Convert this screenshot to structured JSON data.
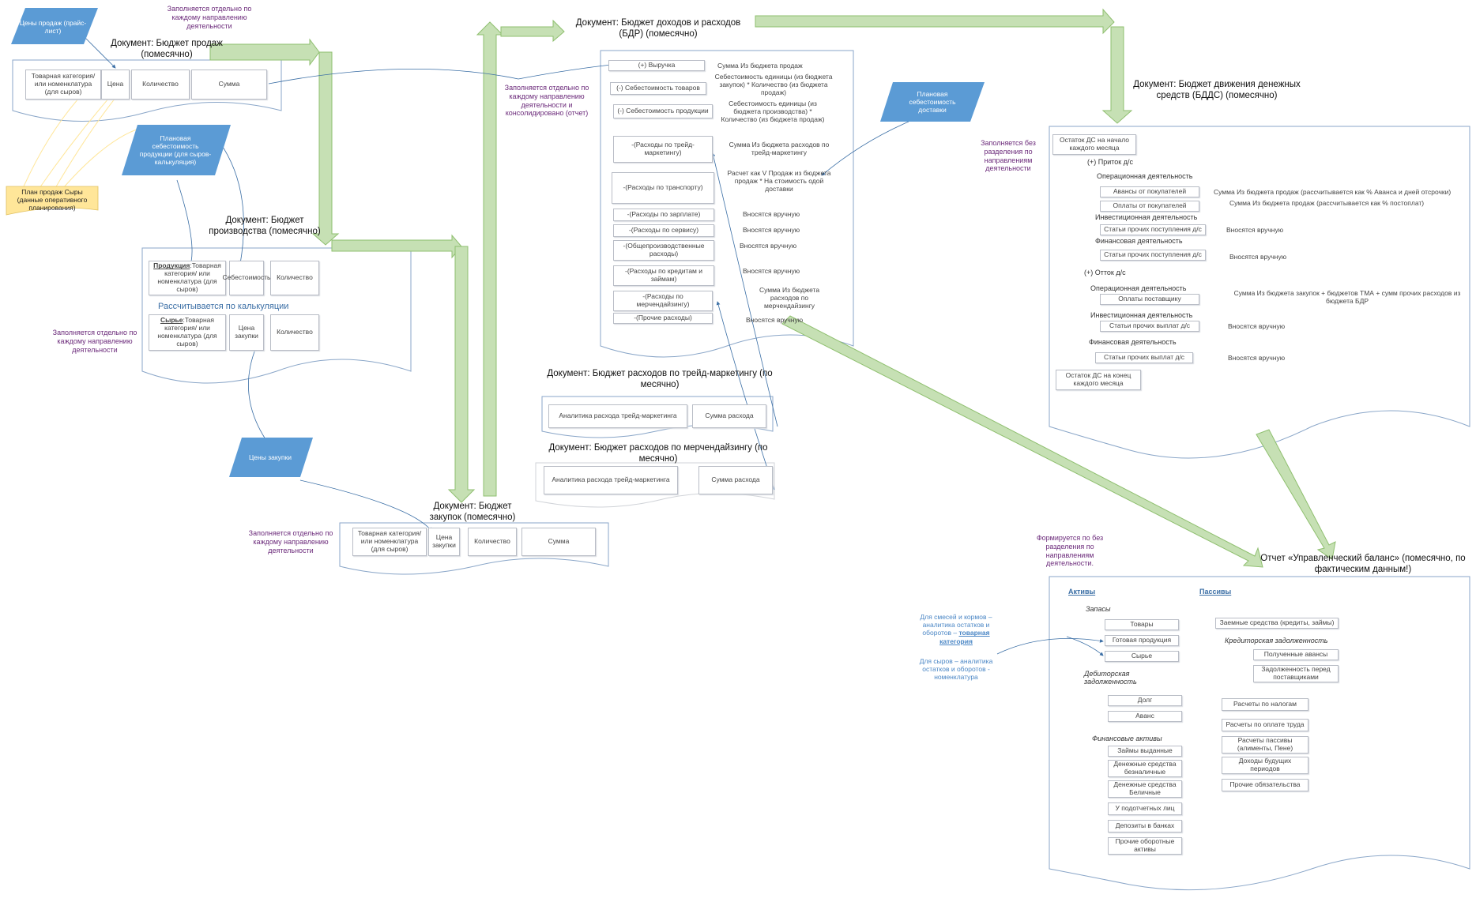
{
  "colors": {
    "accent_blue": "#5b9bd5",
    "arrow_green": "#c6e0b4",
    "arrow_green_stroke": "#8fbf6f",
    "note_purple": "#6b2a7a",
    "plan_yellow": "#ffe699"
  },
  "left": {
    "price_list": "Цены продаж (прайс-лист)",
    "note_fill_each": "Заполняется отдельно по каждому направлению деятельности",
    "sales_title": "Документ: Бюджет продаж (помесячно)",
    "sales_cells": [
      "Товарная категория/ или номенклатура (для сыров)",
      "Цена",
      "Количество",
      "Сумма"
    ],
    "plan_cost": "Плановая себестоимость продукции (для сыров-калькуляция)",
    "sales_plan": "План продаж Сыры (данные оперативного планирования)",
    "prod_title": "Документ: Бюджет производства (помесячно)",
    "prod_product_prefix": "Продукция",
    "prod_product_rest": ":Товарная категория/ или номенклатура (для сыров)",
    "prod_cost": "Себестоимость",
    "prod_qty": "Количество",
    "calc_note": "Рассчитывается по калькуляции",
    "prod_raw_prefix": "Сырье",
    "prod_raw_rest": ":Товарная категория/ или номенклатура (для сыров)",
    "prod_price_purchase": "Цена закупки",
    "prod_qty2": "Количество",
    "note_fill_each_2": "Заполняется отдельно по каждому направлению деятельности",
    "purchase_prices": "Цены закупки",
    "note_fill_each_3": "Заполняется отдельно по каждому направлению деятельности",
    "purch_title": "Документ: Бюджет закупок (помесячно)",
    "purch_cells": [
      "Товарная категория/ или номенклатура (для сыров)",
      "Цена закупки",
      "Количество",
      "Сумма"
    ]
  },
  "bdr": {
    "title": "Документ: Бюджет доходов и расходов (БДР) (помесячно)",
    "note": "Заполняется отдельно по каждому направлению деятельности и консолидировано (отчет)",
    "rows": [
      {
        "label": "(+) Выручка",
        "src": "Сумма Из бюджета продаж"
      },
      {
        "label": "(-) Себестоимость товаров",
        "src": "Себестоимость единицы (из бюджета закупок) * Количество (из бюджета продаж)"
      },
      {
        "label": "(-) Себестоимость продукции",
        "src": "Себестоимость единицы (из бюджета производства) * Количество (из бюджета продаж)"
      },
      {
        "label": "-(Расходы по трейд-маркетингу)",
        "src": "Сумма Из бюджета расходов по трейд-маркетингу"
      },
      {
        "label": "-(Расходы по транспорту)",
        "src": "Расчет как V Продаж из бюджета продаж * На стоимость одой доставки"
      },
      {
        "label": "-(Расходы по зарплате)",
        "src": "Вносятся вручную"
      },
      {
        "label": "-(Расходы по сервису)",
        "src": "Вносятся вручную"
      },
      {
        "label": "-(Общепроизводственные расходы)",
        "src": "Вносятся вручную"
      },
      {
        "label": "-(Расходы по кредитам и займам)",
        "src": "Вносятся вручную"
      },
      {
        "label": "-(Расходы по мерчендайзингу)",
        "src": "Сумма Из бюджета расходов по мерчендайзингу"
      },
      {
        "label": "-(Прочие расходы)",
        "src": "Вносятся вручную"
      }
    ],
    "delivery_cost": "Плановая себестоимость доставки"
  },
  "trade": {
    "title": "Документ: Бюджет расходов по трейд-маркетингу (по месячно)",
    "cells": [
      "Аналитика расхода трейд-маркетинга",
      "Сумма расхода"
    ]
  },
  "merch": {
    "title": "Документ: Бюджет расходов по мерчендайзингу (по месячно)",
    "cells": [
      "Аналитика расхода трейд-маркетинга",
      "Сумма расхода"
    ]
  },
  "bdds": {
    "title": "Документ: Бюджет движения денежных средств (БДДС) (помесячно)",
    "note": "Заполняется без разделения по направлениям деятельности",
    "start_balance": "Остаток ДС на начало каждого месяца",
    "inflow": "(+) Приток д/с",
    "op1": "Операционная деятельность",
    "advances": "Авансы от покупателей",
    "advances_src": "Сумма Из бюджета продаж (рассчитывается как % Аванса и дней отсрочки)",
    "payments": "Оплаты от покупателей",
    "payments_src": "Сумма Из бюджета продаж (рассчитывается как % постоплат)",
    "inv1": "Инвестиционная деятельность",
    "other_in1": "Статьи прочих поступления д/с",
    "other_in1_src": "Вносятся вручную",
    "fin1": "Финансовая деятельность",
    "other_in2": "Статьи прочих поступления д/с",
    "other_in2_src": "Вносятся вручную",
    "outflow": "(+) Отток д/с",
    "op2": "Операционная деятельность",
    "supplier_pay": "Оплаты поставщику",
    "supplier_pay_src": "Сумма Из бюджета закупок + бюджетов ТМА + сумм прочих расходов из бюджета БДР",
    "inv2": "Инвестиционная деятельность",
    "other_out1": "Статьи прочих выплат д/с",
    "other_out1_src": "Вносятся вручную",
    "fin2": "Финансовая деятельность",
    "other_out2": "Статьи прочих выплат д/с",
    "other_out2_src": "Вносятся вручную",
    "end_balance": "Остаток ДС на конец каждого месяца"
  },
  "balance": {
    "title": "Отчет «Управленческий баланс» (помесячно, по фактическим данным!)",
    "note": "Формируется по без разделения по направлениям деятельности.",
    "assets": "Активы",
    "liabilities": "Пассивы",
    "stocks": "Запасы",
    "goods": "Товары",
    "finished": "Готовая продукция",
    "raw": "Сырье",
    "receivables": "Дебиторская задолженность",
    "debt": "Долг",
    "advance": "Аванс",
    "fin_assets": "Финансовые активы",
    "loans_given": "Займы выданные",
    "cash_noncash": "Денежные средства безналичные",
    "cash": "Денежные средства Беличные",
    "accountable": "У подотчетных лиц",
    "deposits": "Депозиты в банках",
    "other_current": "Прочие оборотные активы",
    "borrowed": "Заемные средства (кредиты, займы)",
    "payables": "Кредиторская задолженность",
    "received_adv": "Полученные авансы",
    "debt_suppliers": "Задолженность перед поставщиками",
    "tax": "Расчеты по налогам",
    "salary": "Расчеты по оплате труда",
    "other_calc": "Расчеты пассивы (алименты, Пене)",
    "future_income": "Доходы будущих периодов",
    "other_liab": "Прочие обязательства",
    "note_mix_a": "Для смесей и кормов – аналитика остатков и оборотов – ",
    "note_mix_b": "товарная категория",
    "note_cheese": "Для сыров – аналитика остатков и оборотов - номенклатура"
  }
}
